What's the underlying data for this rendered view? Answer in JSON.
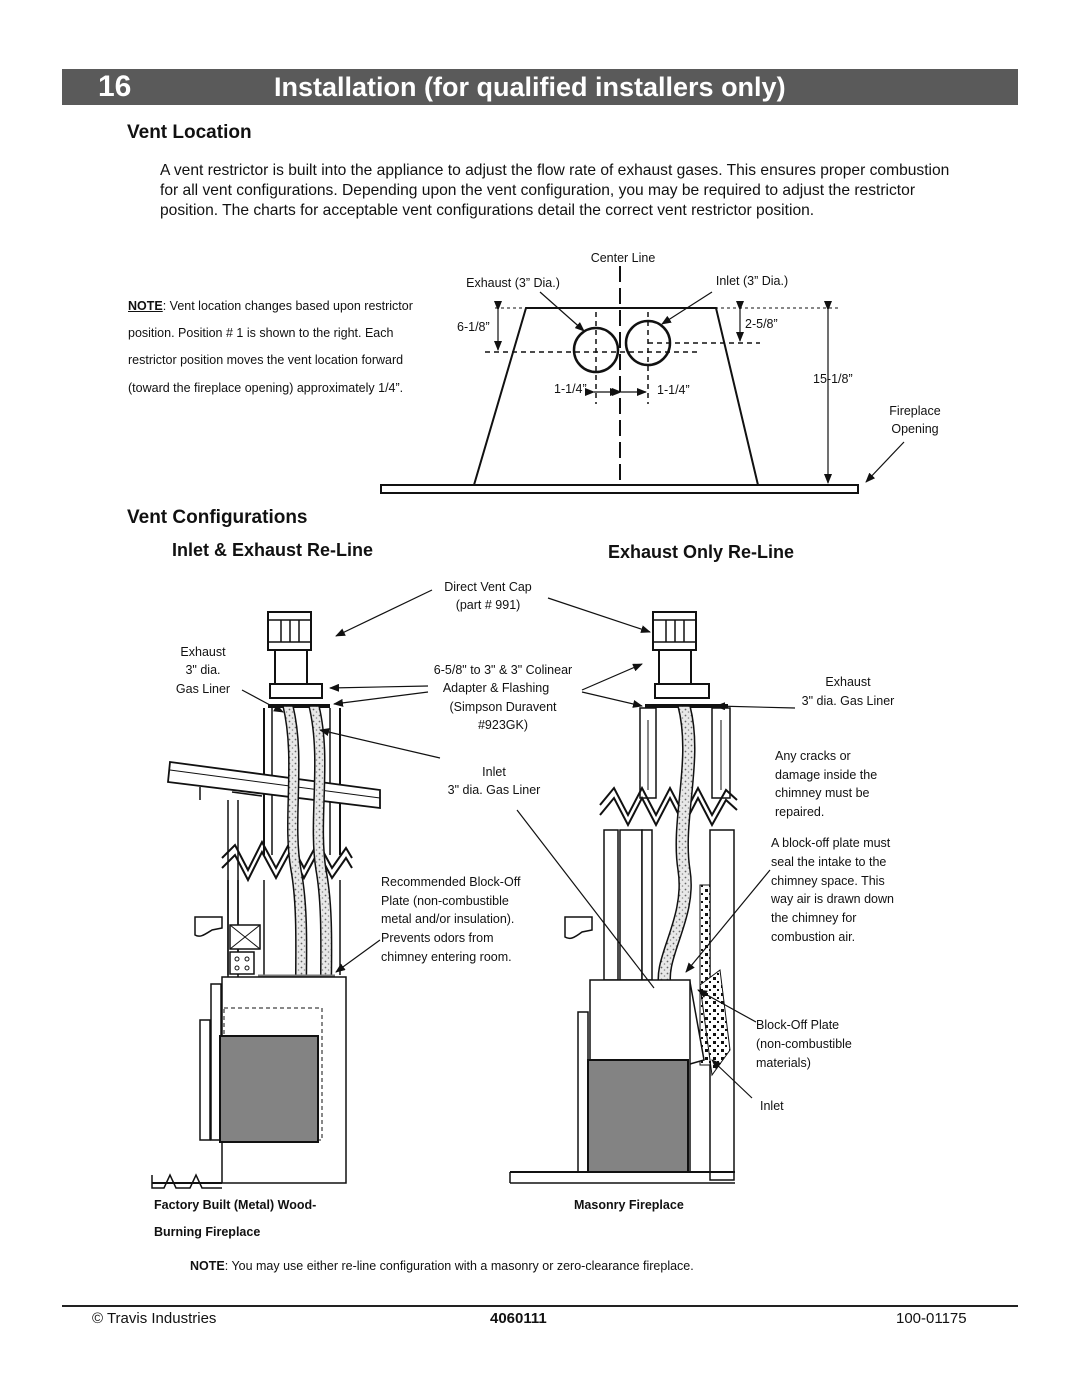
{
  "header": {
    "page_number": "16",
    "title": "Installation  (for qualified installers only)"
  },
  "vent_location": {
    "heading": "Vent Location",
    "intro": "A vent restrictor is built into the appliance to adjust the flow rate of exhaust gases.  This ensures proper combustion for all vent configurations.  Depending upon the vent configuration, you may be required to adjust the restrictor position.  The charts for acceptable vent configurations detail the correct vent restrictor position.",
    "note_label": "NOTE",
    "note_text": ": Vent location changes based upon restrictor position.  Position # 1 is shown to the right.  Each restrictor position moves the vent location forward (toward the fireplace opening) approximately 1/4”.",
    "diagram": {
      "center_line": "Center Line",
      "exhaust": "Exhaust (3” Dia.)",
      "inlet": "Inlet (3” Dia.)",
      "dim_6_1_8": "6-1/8”",
      "dim_2_5_8": "2-5/8”",
      "dim_1_1_4_left": "1-1/4”",
      "dim_1_1_4_right": "1-1/4”",
      "dim_15_1_8": "15-1/8”",
      "fireplace_opening_1": "Fireplace",
      "fireplace_opening_2": "Opening"
    }
  },
  "vent_configurations": {
    "heading": "Vent Configurations",
    "left_title": "Inlet & Exhaust Re-Line",
    "right_title": "Exhaust Only Re-Line",
    "labels": {
      "cap_1": "Direct Vent Cap",
      "cap_2": "(part # 991)",
      "exhaust_left_1": "Exhaust",
      "exhaust_left_2": "3\" dia.",
      "exhaust_left_3": "Gas Liner",
      "adapter_1": "6-5/8\" to 3\" & 3\" Colinear",
      "adapter_2": "Adapter & Flashing",
      "adapter_3": "(Simpson Duravent",
      "adapter_4": "#923GK)",
      "inlet_mid_1": "Inlet",
      "inlet_mid_2": "3\" dia. Gas Liner",
      "blockoff_1": "Recommended Block-Off",
      "blockoff_2": "Plate (non-combustible",
      "blockoff_3": "metal and/or insulation).",
      "blockoff_4": "Prevents odors from",
      "blockoff_5": "chimney entering room.",
      "exhaust_right_1": "Exhaust",
      "exhaust_right_2": "3\" dia. Gas Liner",
      "cracks_1": "Any cracks or",
      "cracks_2": "damage inside the",
      "cracks_3": "chimney must be",
      "cracks_4": "repaired.",
      "seal_1": "A block-off plate must",
      "seal_2": "seal the intake to the",
      "seal_3": "chimney space.  This",
      "seal_4": "way air is drawn down",
      "seal_5": "the chimney for",
      "seal_6": "combustion air.",
      "plate_1": "Block-Off Plate",
      "plate_2": "(non-combustible",
      "plate_3": "materials)",
      "inlet_right": "Inlet"
    },
    "caption_left_1": "Factory Built (Metal) Wood-",
    "caption_left_2": "Burning Fireplace",
    "caption_right": "Masonry Fireplace"
  },
  "bottom_note": {
    "label": "NOTE",
    "text": ": You may use either re-line configuration with a masonry or zero-clearance fireplace."
  },
  "footer": {
    "left": "© Travis Industries",
    "center": "4060111",
    "right": "100-01175"
  }
}
